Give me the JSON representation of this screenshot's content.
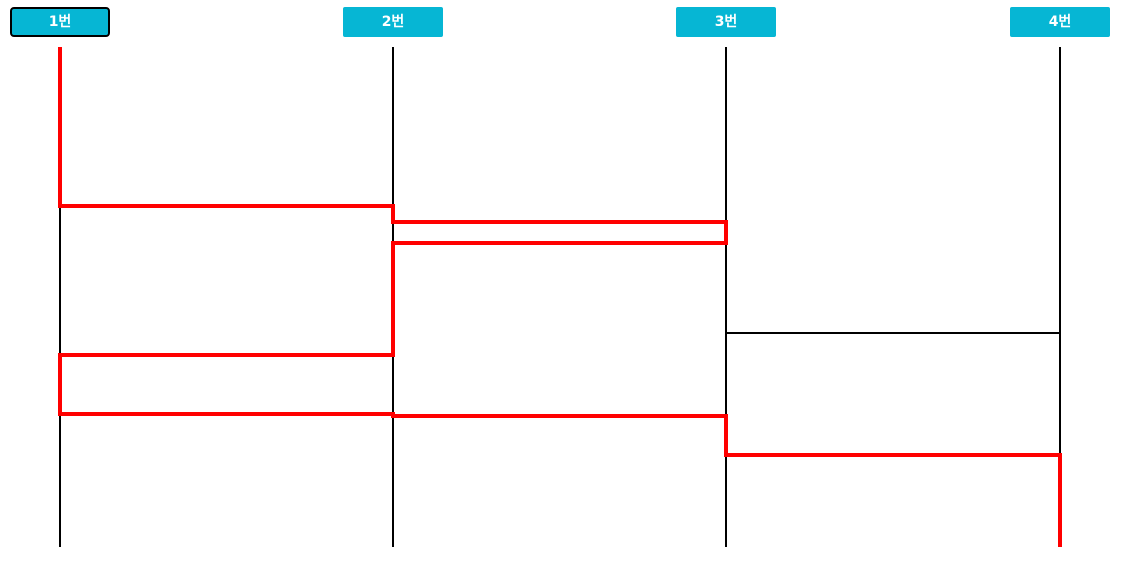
{
  "buttons": [
    {
      "label": "1번",
      "selected": true
    },
    {
      "label": "2번",
      "selected": false
    },
    {
      "label": "3번",
      "selected": false
    },
    {
      "label": "4번",
      "selected": false
    }
  ],
  "ladder": {
    "columns": 4,
    "rungs": [
      {
        "from": 1,
        "to": 2,
        "level": 0.318
      },
      {
        "from": 2,
        "to": 3,
        "level": 0.35
      },
      {
        "from": 2,
        "to": 3,
        "level": 0.392
      },
      {
        "from": 1,
        "to": 2,
        "level": 0.616
      },
      {
        "from": 3,
        "to": 4,
        "level": 0.572
      },
      {
        "from": 1,
        "to": 2,
        "level": 0.734
      },
      {
        "from": 2,
        "to": 3,
        "level": 0.738
      },
      {
        "from": 3,
        "to": 4,
        "level": 0.816
      }
    ],
    "highlight_path": [
      {
        "col": 1,
        "level": 0.0
      },
      {
        "col": 1,
        "level": 0.318
      },
      {
        "col": 2,
        "level": 0.318
      },
      {
        "col": 2,
        "level": 0.35
      },
      {
        "col": 3,
        "level": 0.35
      },
      {
        "col": 3,
        "level": 0.392
      },
      {
        "col": 2,
        "level": 0.392
      },
      {
        "col": 2,
        "level": 0.616
      },
      {
        "col": 1,
        "level": 0.616
      },
      {
        "col": 1,
        "level": 0.734
      },
      {
        "col": 2,
        "level": 0.734
      },
      {
        "col": 2,
        "level": 0.738
      },
      {
        "col": 3,
        "level": 0.738
      },
      {
        "col": 3,
        "level": 0.816
      },
      {
        "col": 4,
        "level": 0.816
      },
      {
        "col": 4,
        "level": 1.0
      }
    ]
  },
  "colors": {
    "button_bg": "#06b6d4",
    "button_text": "#ffffff",
    "selected_border": "#000000",
    "rail": "#000000",
    "highlight": "#ff0000"
  }
}
